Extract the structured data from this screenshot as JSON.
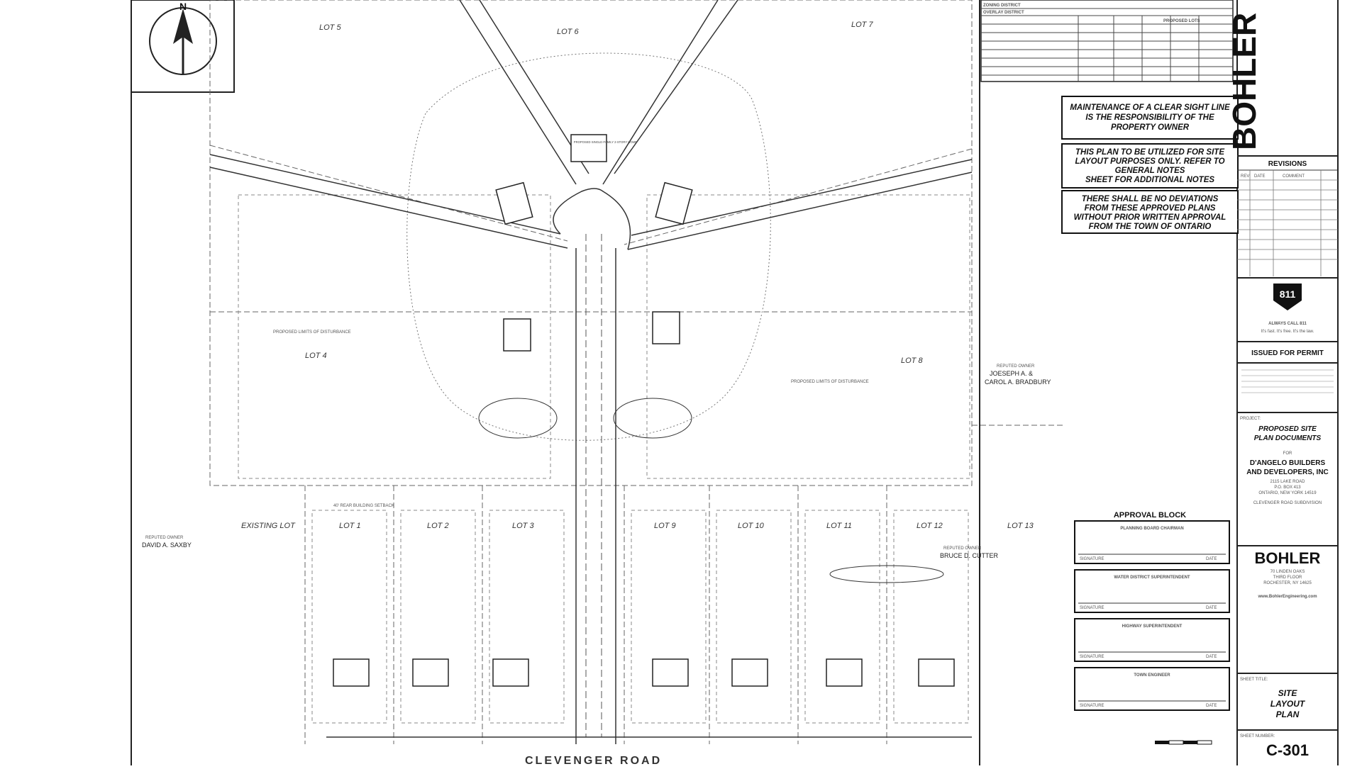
{
  "lots": {
    "lot4": "LOT 4",
    "lot5": "LOT 5",
    "lot6": "LOT 6",
    "lot7": "LOT 7",
    "lot8": "LOT 8",
    "lot1": "LOT 1",
    "lot2": "LOT 2",
    "lot3": "LOT 3",
    "lot9": "LOT 9",
    "lot10": "LOT 10",
    "lot11": "LOT 11",
    "lot12": "LOT 12",
    "lot13": "LOT 13",
    "existing": "EXISTING LOT"
  },
  "owners": {
    "reputed": "REPUTED OWNER",
    "saxby": "DAVID A. SAXBY",
    "bradbury_1": "JOESEPH A. &",
    "bradbury_2": "CAROL A. BRADBURY",
    "cutter": "BRUCE D. CUTTER"
  },
  "labels": {
    "proposed_home": "PROPOSED SINGLE-FAMILY 2-STORY HOME",
    "disturbance": "PROPOSED LIMITS OF DISTURBANCE",
    "setback": "40' REAR BUILDING SETBACK",
    "road": "CLEVENGER ROAD"
  },
  "zoning": {
    "rows": [
      "ZONING DISTRICT",
      "OVERLAY DISTRICT"
    ],
    "proposed_lots": "PROPOSED LOTS"
  },
  "notes": {
    "sight_line": [
      "MAINTENANCE OF A CLEAR SIGHT LINE",
      "IS THE RESPONSIBILITY OF THE",
      "PROPERTY OWNER"
    ],
    "layout": [
      "THIS PLAN TO BE UTILIZED FOR SITE",
      "LAYOUT PURPOSES ONLY. REFER TO",
      "GENERAL NOTES",
      "SHEET FOR ADDITIONAL NOTES"
    ],
    "deviation": [
      "THERE SHALL BE NO DEVIATIONS",
      "FROM THESE APPROVED PLANS",
      "WITHOUT PRIOR WRITTEN APPROVAL",
      "FROM THE TOWN OF ONTARIO"
    ]
  },
  "title_block": {
    "brand": "BOHLER",
    "revisions": "REVISIONS",
    "rev_cols": [
      "REV",
      "DATE",
      "COMMENT"
    ],
    "call_811": "811",
    "always_call": "ALWAYS CALL 811",
    "tagline": "It's fast. It's free. It's the law.",
    "issued": "ISSUED FOR PERMIT",
    "project": "PROJECT:",
    "project_title": [
      "PROPOSED SITE",
      "PLAN DOCUMENTS"
    ],
    "for": "FOR",
    "client": [
      "D'ANGELO BUILDERS",
      "AND DEVELOPERS, INC"
    ],
    "client_address": [
      "2115 LAKE ROAD",
      "P.O. BOX 413",
      "ONTARIO, NEW YORK 14519"
    ],
    "subdivision": "CLEVENGER ROAD SUBDIVISION",
    "office_address": [
      "70 LINDEN OAKS",
      "THIRD FLOOR",
      "ROCHESTER, NY 14625"
    ],
    "website": "www.BohlerEngineering.com",
    "sheet_title_label": "SHEET TITLE:",
    "sheet_title": [
      "SITE",
      "LAYOUT",
      "PLAN"
    ],
    "sheet_number_label": "SHEET NUMBER:",
    "sheet_number": "C-301"
  },
  "approval": {
    "title": "APPROVAL BLOCK",
    "rows": [
      "PLANNING BOARD CHAIRMAN",
      "WATER DISTRICT SUPERINTENDENT",
      "HIGHWAY SUPERINTENDENT",
      "TOWN ENGINEER"
    ],
    "signature": "SIGNATURE",
    "date": "DATE"
  }
}
